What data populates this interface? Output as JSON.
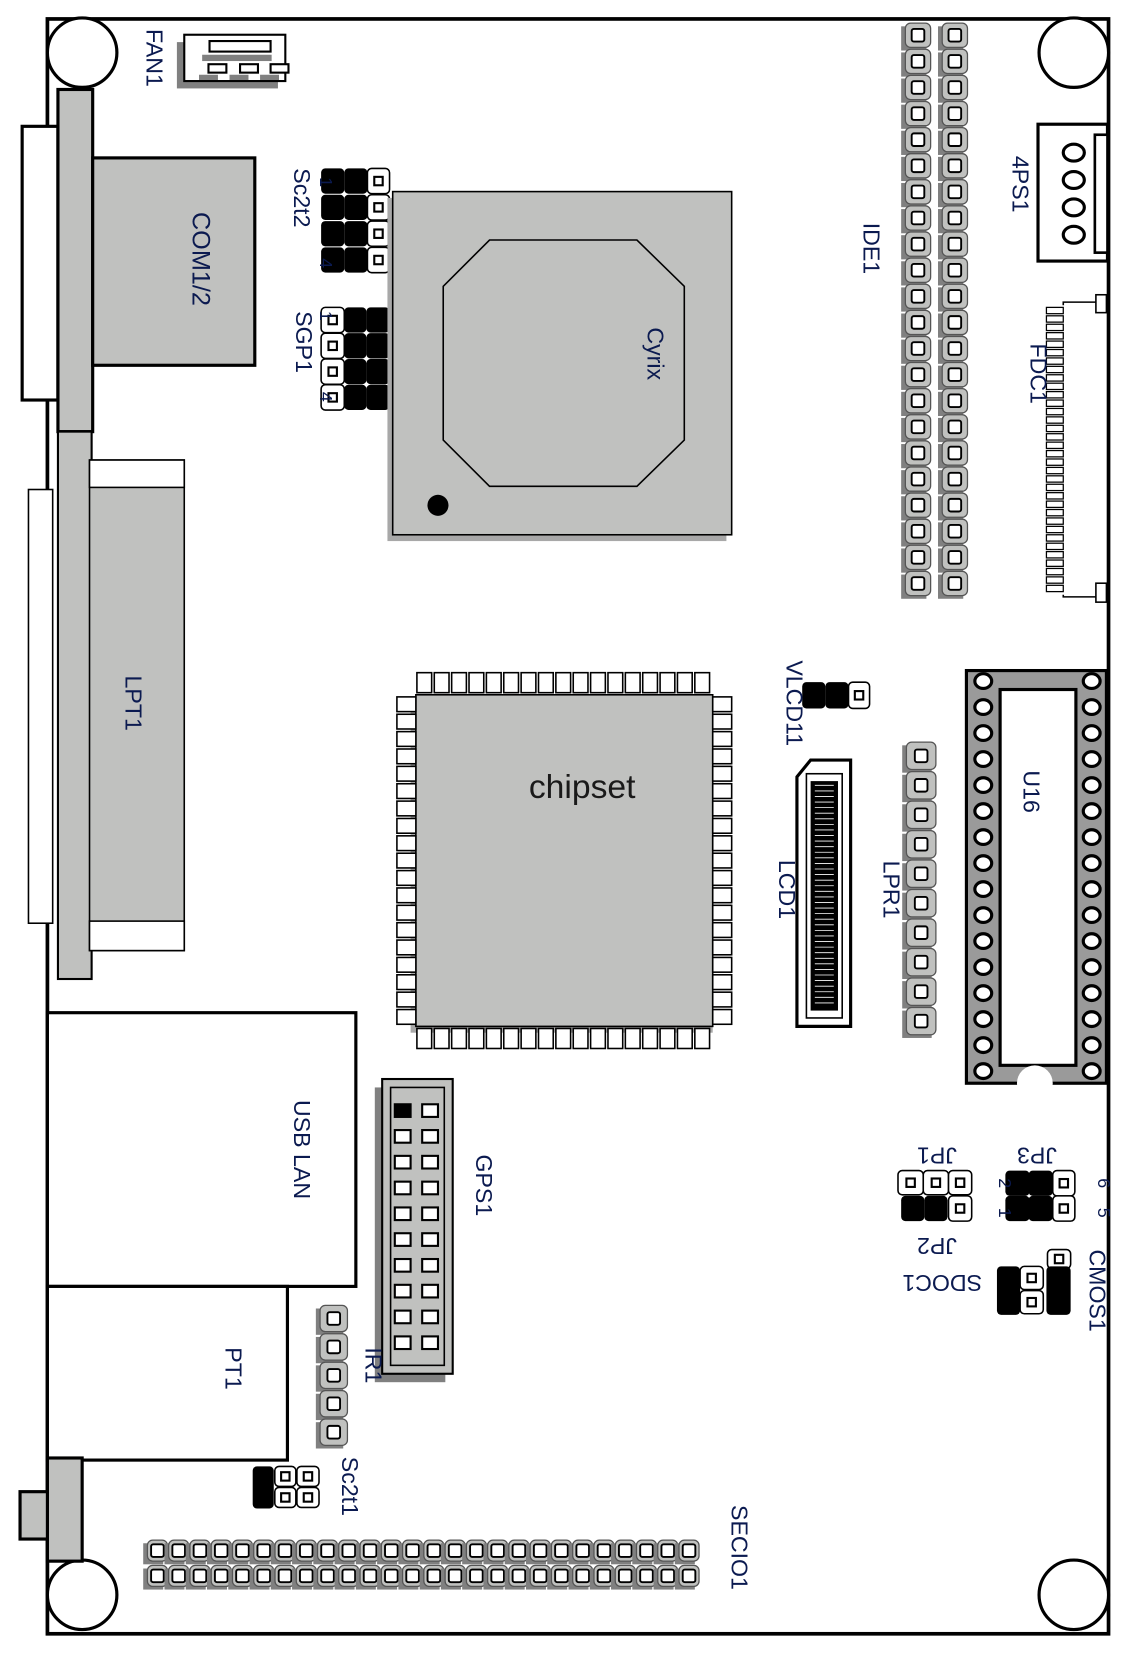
{
  "colors": {
    "board_outline": "#000000",
    "component_gray": "#c0c1bf",
    "shadow_gray": "#808080",
    "strip_gray": "#9a9a9a",
    "jumper_black": "#000000",
    "label_text": "#0b1a50"
  },
  "labels": {
    "fan": "FAN1",
    "com": "COM1/2",
    "sc2t2": "Sc2t2",
    "sc2t2_pin_first": "1",
    "sc2t2_pin_last": "4",
    "sgp": "SGP1",
    "sgp_pin_first": "1",
    "sgp_pin_last": "4",
    "cpu": "Cyrix",
    "ide": "IDE1",
    "power": "4PS1",
    "fdc": "FDC1",
    "lpt": "LPT1",
    "chipset": "chipset",
    "vlcd": "VLCD11",
    "lcd": "LCD1",
    "lpr": "LPR1",
    "u16": "U16",
    "jp1": "JP1",
    "jp2": "JP2",
    "jp3": "JP3",
    "jp3_pin_2": "2",
    "jp3_pin_1": "1",
    "jp3_pin_6": "6",
    "jp3_pin_5": "5",
    "sdoc": "SDOC1",
    "cmos": "CMOS1",
    "usb_lan": "USB LAN",
    "gps": "GPS1",
    "pt": "PT1",
    "ir": "IR1",
    "sc2t1": "Sc2t1",
    "secio": "SECIO1"
  }
}
